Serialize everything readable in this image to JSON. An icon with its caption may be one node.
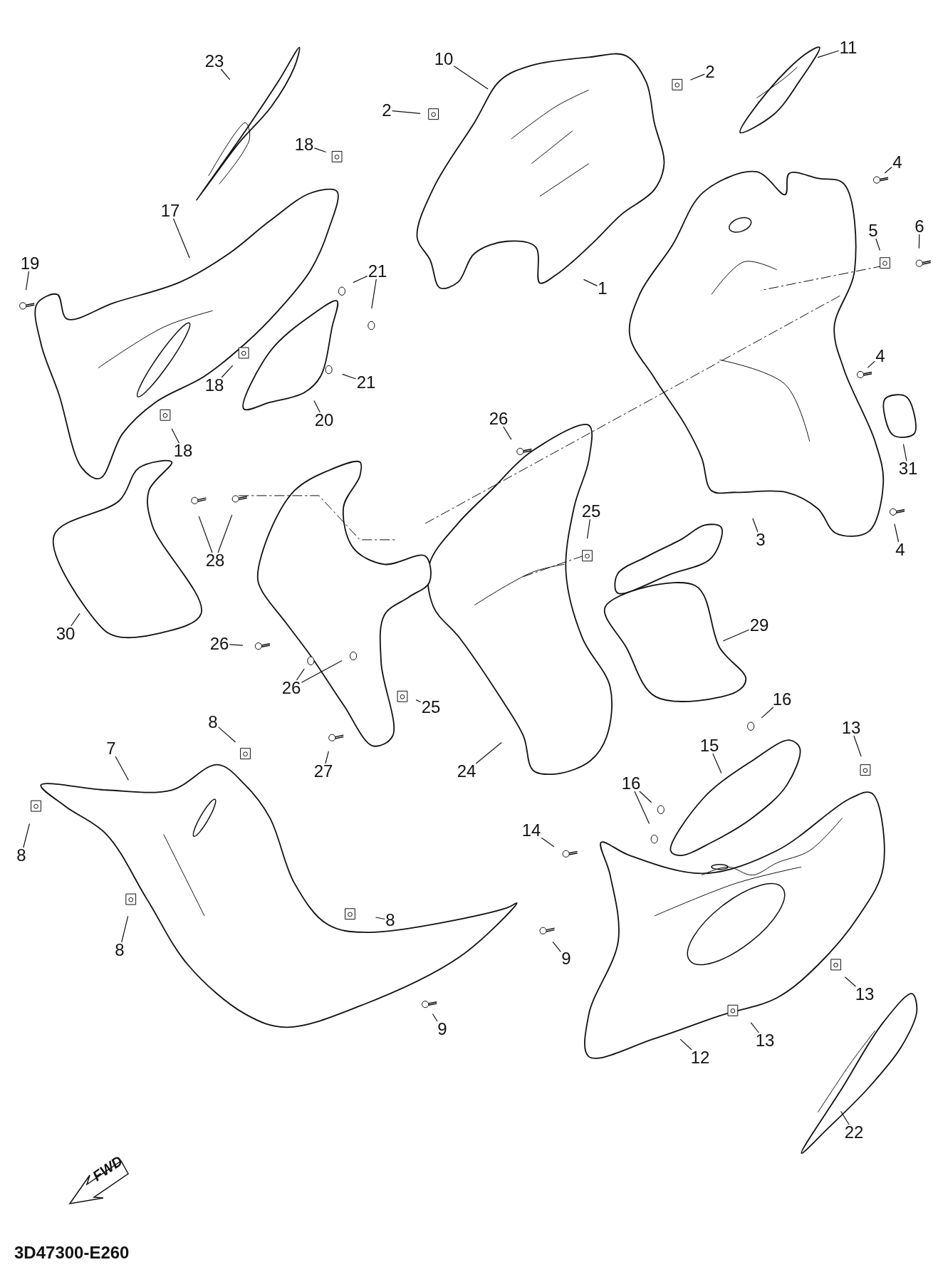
{
  "diagram": {
    "nodes": [
      {
        "text": [
          "23"
        ]
      },
      {
        "text": [
          "10"
        ]
      },
      {
        "text": [
          "2"
        ]
      },
      {
        "text": [
          "11"
        ]
      },
      {
        "text": [
          "2"
        ]
      },
      {
        "text": [
          "18"
        ]
      },
      {
        "text": [
          "4"
        ]
      },
      {
        "text": [
          "17"
        ]
      },
      {
        "text": [
          "5"
        ]
      },
      {
        "text": [
          "6"
        ]
      },
      {
        "text": [
          "19"
        ]
      },
      {
        "text": [
          "21"
        ]
      },
      {
        "text": [
          "1"
        ]
      },
      {
        "text": [
          "4"
        ]
      },
      {
        "text": [
          "21"
        ]
      },
      {
        "text": [
          "18"
        ]
      },
      {
        "text": [
          "20"
        ]
      },
      {
        "text": [
          "26"
        ]
      },
      {
        "text": [
          "18"
        ]
      },
      {
        "text": [
          "31"
        ]
      },
      {
        "text": [
          "25"
        ]
      },
      {
        "text": [
          "28"
        ]
      },
      {
        "text": [
          "3"
        ]
      },
      {
        "text": [
          "4"
        ]
      },
      {
        "text": [
          "29"
        ]
      },
      {
        "text": [
          "30"
        ]
      },
      {
        "text": [
          "26"
        ]
      },
      {
        "text": [
          "26"
        ]
      },
      {
        "text": [
          "25"
        ]
      },
      {
        "text": [
          "16"
        ]
      },
      {
        "text": [
          "8"
        ]
      },
      {
        "text": [
          "13"
        ]
      },
      {
        "text": [
          "7"
        ]
      },
      {
        "text": [
          "15"
        ]
      },
      {
        "text": [
          "27"
        ]
      },
      {
        "text": [
          "24"
        ]
      },
      {
        "text": [
          "16"
        ]
      },
      {
        "text": [
          "14"
        ]
      },
      {
        "text": [
          "8"
        ]
      },
      {
        "text": [
          "8"
        ]
      },
      {
        "text": [
          "8"
        ]
      },
      {
        "text": [
          "9"
        ]
      },
      {
        "text": [
          "13"
        ]
      },
      {
        "text": [
          "9"
        ]
      },
      {
        "text": [
          "13"
        ]
      },
      {
        "text": [
          "12"
        ]
      },
      {
        "text": [
          "22"
        ]
      }
    ],
    "edges": [
      {
        "from": 0,
        "to": null,
        "arrow": "none"
      },
      {
        "from": 1,
        "to": null,
        "arrow": "none"
      },
      {
        "from": 2,
        "to": null,
        "arrow": "none"
      },
      {
        "from": 3,
        "to": null,
        "arrow": "none"
      },
      {
        "from": 4,
        "to": null,
        "arrow": "none"
      },
      {
        "from": 5,
        "to": null,
        "arrow": "none"
      },
      {
        "from": 6,
        "to": null,
        "arrow": "none"
      },
      {
        "from": 7,
        "to": null,
        "arrow": "none"
      },
      {
        "from": 8,
        "to": null,
        "arrow": "none"
      },
      {
        "from": 9,
        "to": null,
        "arrow": "none"
      },
      {
        "from": 10,
        "to": null,
        "arrow": "none"
      },
      {
        "from": 11,
        "to": null,
        "arrow": "none"
      },
      {
        "from": 11,
        "to": null,
        "arrow": "none"
      },
      {
        "from": 12,
        "to": null,
        "arrow": "none"
      },
      {
        "from": 13,
        "to": null,
        "arrow": "none"
      },
      {
        "from": 14,
        "to": null,
        "arrow": "none"
      },
      {
        "from": 15,
        "to": null,
        "arrow": "none"
      },
      {
        "from": 16,
        "to": null,
        "arrow": "none"
      },
      {
        "from": 17,
        "to": null,
        "arrow": "none"
      },
      {
        "from": 18,
        "to": null,
        "arrow": "none"
      },
      {
        "from": 19,
        "to": null,
        "arrow": "none"
      },
      {
        "from": 20,
        "to": null,
        "arrow": "none"
      },
      {
        "from": 21,
        "to": null,
        "arrow": "none"
      },
      {
        "from": 21,
        "to": null,
        "arrow": "none"
      },
      {
        "from": 22,
        "to": null,
        "arrow": "none"
      },
      {
        "from": 23,
        "to": null,
        "arrow": "none"
      },
      {
        "from": 24,
        "to": null,
        "arrow": "none"
      },
      {
        "from": 25,
        "to": null,
        "arrow": "none"
      },
      {
        "from": 26,
        "to": null,
        "arrow": "none"
      },
      {
        "from": 27,
        "to": null,
        "arrow": "none"
      },
      {
        "from": 27,
        "to": null,
        "arrow": "none"
      },
      {
        "from": 28,
        "to": null,
        "arrow": "none"
      },
      {
        "from": 29,
        "to": null,
        "arrow": "none"
      },
      {
        "from": 30,
        "to": null,
        "arrow": "none"
      },
      {
        "from": 31,
        "to": null,
        "arrow": "none"
      },
      {
        "from": 32,
        "to": null,
        "arrow": "none"
      },
      {
        "from": 33,
        "to": null,
        "arrow": "none"
      },
      {
        "from": 34,
        "to": null,
        "arrow": "none"
      },
      {
        "from": 35,
        "to": null,
        "arrow": "none"
      },
      {
        "from": 36,
        "to": null,
        "arrow": "none"
      },
      {
        "from": 36,
        "to": null,
        "arrow": "none"
      },
      {
        "from": 37,
        "to": null,
        "arrow": "none"
      },
      {
        "from": 38,
        "to": null,
        "arrow": "none"
      },
      {
        "from": 39,
        "to": null,
        "arrow": "none"
      },
      {
        "from": 40,
        "to": null,
        "arrow": "none"
      },
      {
        "from": 41,
        "to": null,
        "arrow": "none"
      },
      {
        "from": 42,
        "to": null,
        "arrow": "none"
      },
      {
        "from": 43,
        "to": null,
        "arrow": "none"
      },
      {
        "from": 44,
        "to": null,
        "arrow": "none"
      },
      {
        "from": 45,
        "to": null,
        "arrow": "none"
      },
      {
        "from": 46,
        "to": null,
        "arrow": "none"
      }
    ],
    "labels": [
      "FWD",
      "3D47300-E260"
    ]
  }
}
